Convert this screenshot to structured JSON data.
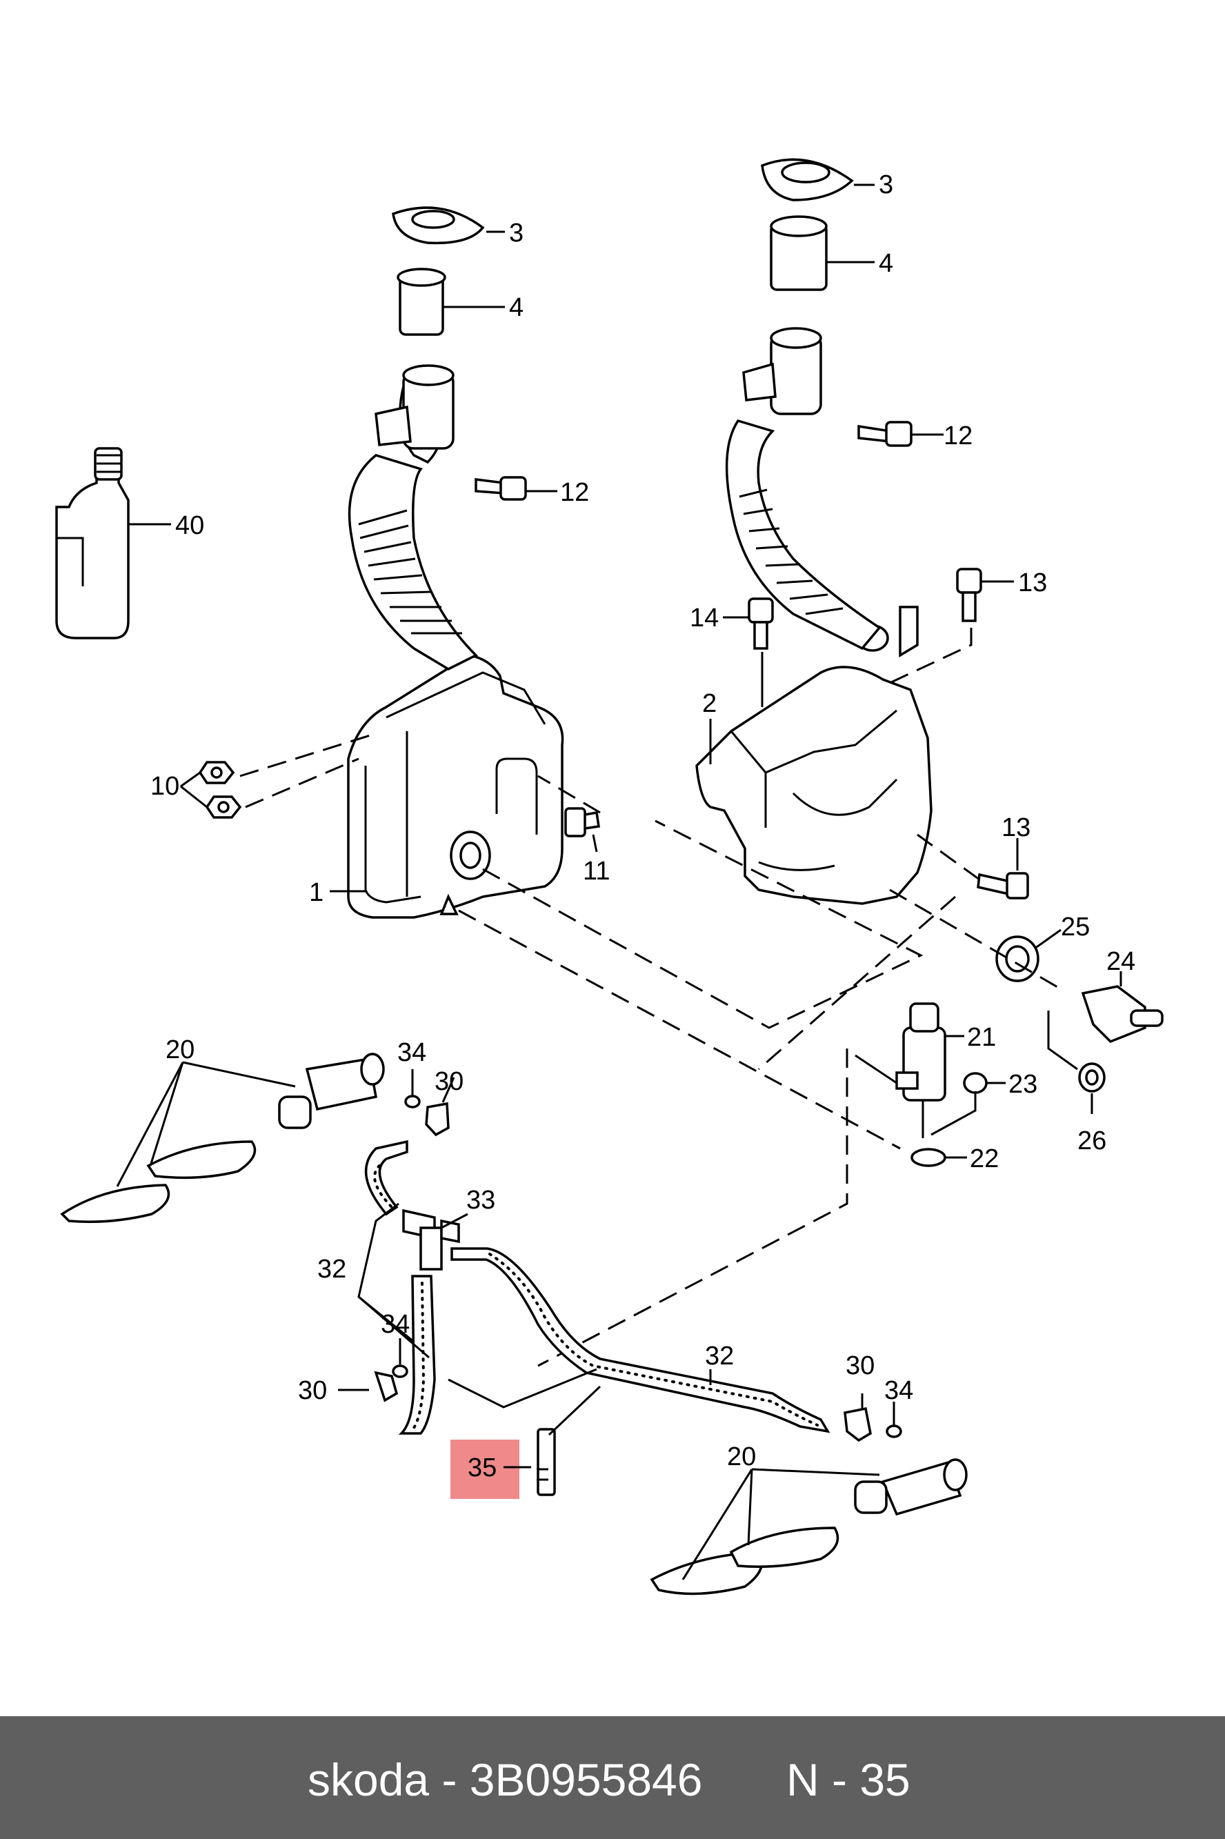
{
  "callouts": {
    "c1": "1",
    "c2": "2",
    "c3a": "3",
    "c3b": "3",
    "c4a": "4",
    "c4b": "4",
    "c10": "10",
    "c11": "11",
    "c12a": "12",
    "c12b": "12",
    "c13a": "13",
    "c13b": "13",
    "c14": "14",
    "c20a": "20",
    "c20b": "20",
    "c21": "21",
    "c22": "22",
    "c23": "23",
    "c24": "24",
    "c25": "25",
    "c26": "26",
    "c30a": "30",
    "c30b": "30",
    "c30c": "30",
    "c32a": "32",
    "c32b": "32",
    "c33": "33",
    "c34a": "34",
    "c34b": "34",
    "c34c": "34",
    "c35": "35",
    "c40": "40"
  },
  "highlight": {
    "part": "35",
    "color": "#f08a8a"
  },
  "footer": {
    "brand_part": "skoda - 3B0955846",
    "position": "N - 35"
  }
}
